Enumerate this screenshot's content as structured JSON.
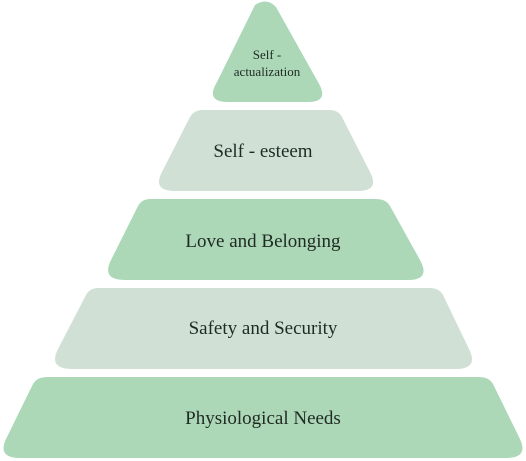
{
  "levels": [
    {
      "label_lines": [
        "Self -",
        "actualization"
      ],
      "color": "#acd8b7"
    },
    {
      "label_lines": [
        "Self - esteem"
      ],
      "color": "#d0e0d4"
    },
    {
      "label_lines": [
        "Love and Belonging"
      ],
      "color": "#acd8b7"
    },
    {
      "label_lines": [
        "Safety and Security"
      ],
      "color": "#d0e0d4"
    },
    {
      "label_lines": [
        "Physiological Needs"
      ],
      "color": "#acd8b7"
    }
  ]
}
